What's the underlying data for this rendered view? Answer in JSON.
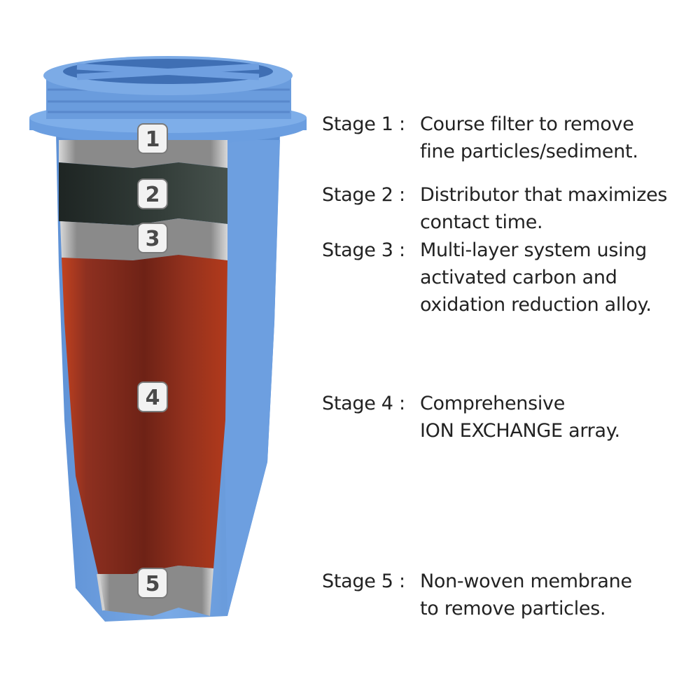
{
  "diagram": {
    "subject": "5-stage water filter cartridge cross-section",
    "colors": {
      "shell_blue": "#6fa0dc",
      "shell_blue_dark": "#4f7fc4",
      "stage1_gray": "#9a9a9a",
      "stage2_dark": "#2f3a36",
      "stage3_gray": "#8e8e8e",
      "stage4_red": "#8a2e1c",
      "stage5_gray": "#6e6e6e",
      "badge_bg": "#f2f2f2",
      "text": "#222222"
    },
    "badges": [
      "1",
      "2",
      "3",
      "4",
      "5"
    ]
  },
  "stages": [
    {
      "label": "Stage 1 :",
      "lines": [
        "Course filter to remove",
        "fine particles/sediment."
      ]
    },
    {
      "label": "Stage 2 :",
      "lines": [
        "Distributor that maximizes",
        "contact time."
      ]
    },
    {
      "label": "Stage 3 :",
      "lines": [
        "Multi-layer system using",
        "activated carbon and",
        "oxidation reduction alloy."
      ]
    },
    {
      "label": "Stage 4 :",
      "lines": [
        "Comprehensive",
        "ION EXCHANGE array."
      ]
    },
    {
      "label": "Stage 5 :",
      "lines": [
        "Non-woven membrane",
        "to remove particles."
      ]
    }
  ]
}
